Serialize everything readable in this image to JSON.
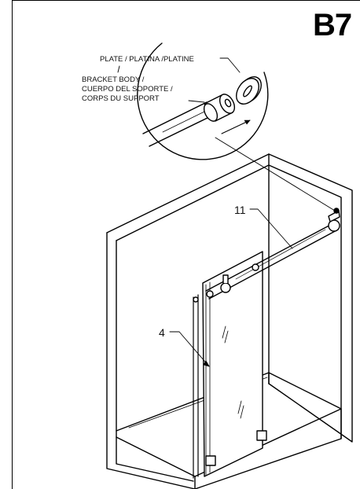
{
  "step": "B7",
  "callouts": {
    "plate": "PLATE / PLATINA /PLATINE",
    "bracket_line1": "BRACKET BODY /",
    "bracket_line2": "CUERPO DEL SOPORTE /",
    "bracket_line3": "CORPS DU SUPPORT"
  },
  "part_numbers": {
    "rail": "11",
    "door": "4"
  }
}
